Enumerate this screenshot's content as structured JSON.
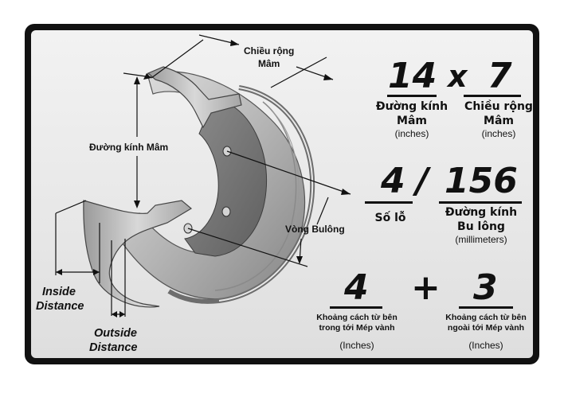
{
  "labels": {
    "rim_width": [
      "Chiều rộng",
      "Mâm"
    ],
    "rim_diameter": "Đường kính Mâm",
    "bolt_circle": "Vòng Bulông",
    "inside_distance": [
      "Inside",
      "Distance"
    ],
    "outside_distance": [
      "Outside",
      "Distance"
    ]
  },
  "size": {
    "diameter_value": "14",
    "separator": "x",
    "width_value": "7",
    "diameter_caption": [
      "Đường kính",
      "Mâm"
    ],
    "diameter_unit": "(inches)",
    "width_caption": [
      "Chiều rộng",
      "Mâm"
    ],
    "width_unit": "(inches)"
  },
  "bolt": {
    "holes_value": "4",
    "separator": "/",
    "pcd_value": "156",
    "holes_caption": "Số lỗ",
    "pcd_caption": [
      "Đường kính",
      "Bu lông"
    ],
    "pcd_unit": "(millimeters)"
  },
  "offset": {
    "inside_value": "4",
    "plus": "+",
    "outside_value": "3",
    "inside_caption": [
      "Khoảng cách từ bên",
      "trong tới Mép vành"
    ],
    "inside_unit": "(Inches)",
    "outside_caption": [
      "Khoảng cách từ bên",
      "ngoài tới Mép vành"
    ],
    "outside_unit": "(Inches)"
  },
  "colors": {
    "frame": "#111111",
    "panel": "#e9e9e9",
    "steel": "#b9b9b9",
    "steel_dark": "#7f7f7f"
  }
}
